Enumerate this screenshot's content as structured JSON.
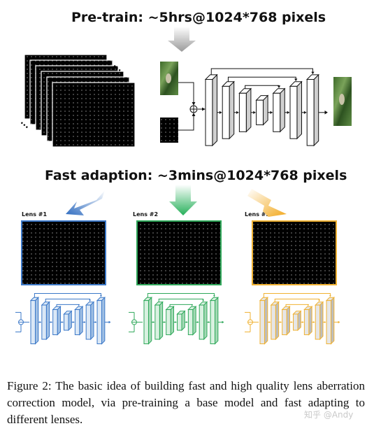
{
  "pretrain": {
    "title": "Pre-train: ~5hrs@1024*768 pixels"
  },
  "adaption": {
    "title": "Fast adaption: ~3mins@1024*768 pixels"
  },
  "lenses": [
    {
      "label": "Lens #1",
      "color": "#3b78c8"
    },
    {
      "label": "Lens #2",
      "color": "#2fa85a"
    },
    {
      "label": "Lens #N",
      "color": "#f0b232"
    }
  ],
  "ellipsis": "...",
  "caption": "Figure 2: The basic idea of building fast and high quality lens aberration correction model, via pre-training a base model and fast adapting to different lenses.",
  "watermark": "知乎 @Andy"
}
